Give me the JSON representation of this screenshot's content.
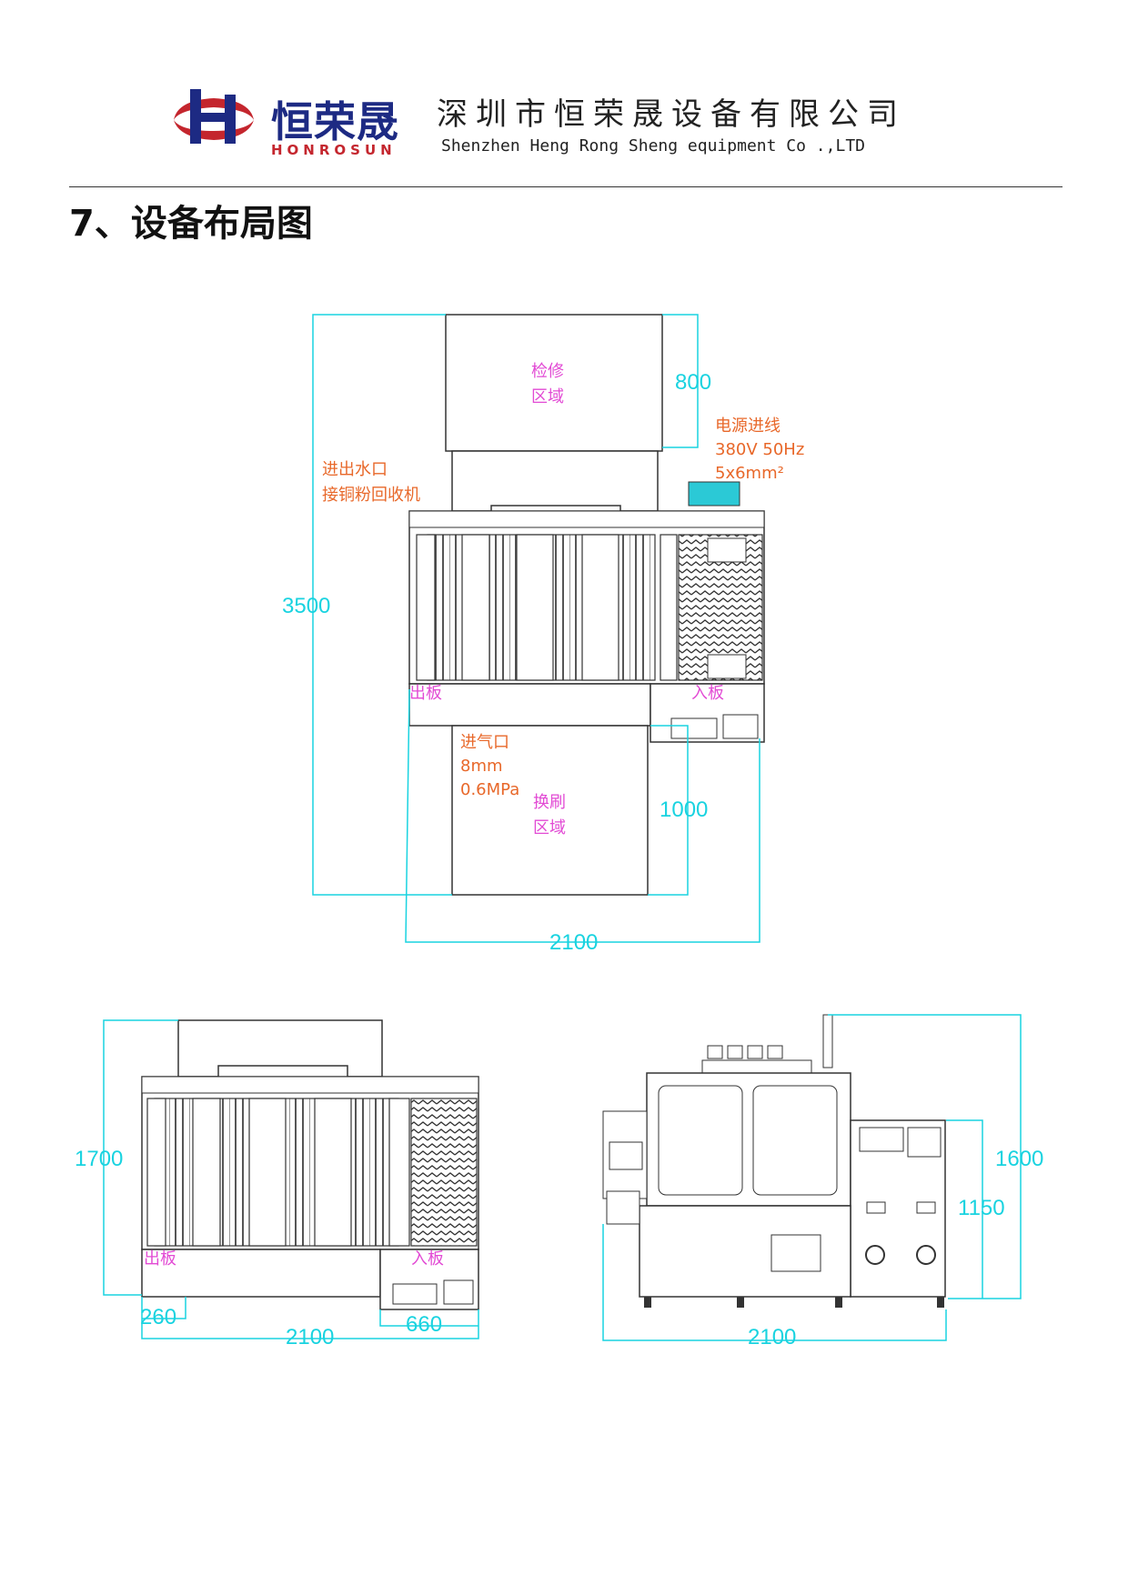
{
  "header": {
    "logo_cn": "恒荣晟",
    "logo_en": "HONROSUN",
    "company_cn": "深圳市恒荣晟设备有限公司",
    "company_en": "Shenzhen Heng Rong Sheng equipment Co .,LTD"
  },
  "section_title": "7、设备布局图",
  "colors": {
    "dimension": "#19d3e0",
    "note": "#e8682a",
    "zone_label": "#e24ad4",
    "logo_blue": "#1d2a83",
    "logo_red": "#c4262e",
    "panel_cyan": "#2bc9d6"
  },
  "top_view": {
    "maintenance_zone": [
      "检修",
      "区域"
    ],
    "brush_zone": [
      "换刷",
      "区域"
    ],
    "water_note": [
      "进出水口",
      "接铜粉回收机"
    ],
    "power_note": [
      "电源进线",
      "380V  50Hz",
      "5x6mm²"
    ],
    "air_note": [
      "进气口",
      "8mm",
      "0.6MPa"
    ],
    "outlet_label": "出板",
    "inlet_label": "入板",
    "dims": {
      "maintenance_depth": "800",
      "total_depth": "3500",
      "brush_depth": "1000",
      "width": "2100"
    }
  },
  "plan_view": {
    "outlet_label": "出板",
    "inlet_label": "入板",
    "dims": {
      "depth": "1700",
      "outlet_ext": "260",
      "panel_ext": "660",
      "width": "2100"
    }
  },
  "front_view": {
    "dims": {
      "height": "1600",
      "work_height": "1150",
      "width": "2100"
    }
  }
}
